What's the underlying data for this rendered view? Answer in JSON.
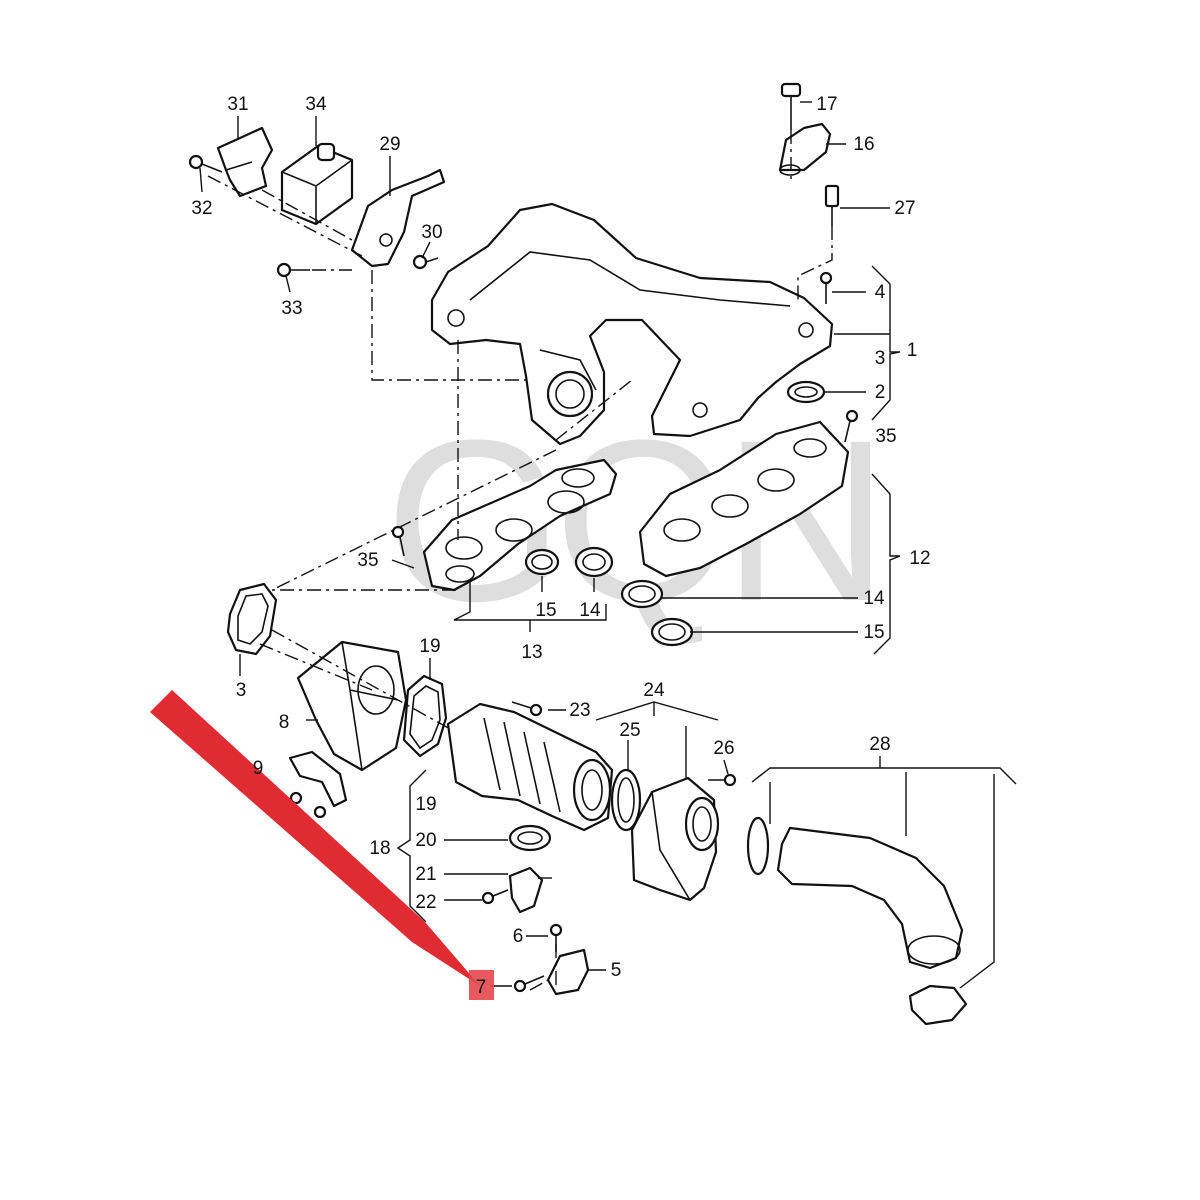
{
  "watermark": "GQN",
  "highlight": {
    "label": "7",
    "marker_color": "#e02b33",
    "box_color": "#e5474d"
  },
  "callouts": [
    {
      "id": "c31",
      "text": "31"
    },
    {
      "id": "c34",
      "text": "34"
    },
    {
      "id": "c29",
      "text": "29"
    },
    {
      "id": "c32",
      "text": "32"
    },
    {
      "id": "c30",
      "text": "30"
    },
    {
      "id": "c33",
      "text": "33"
    },
    {
      "id": "c17",
      "text": "17"
    },
    {
      "id": "c16",
      "text": "16"
    },
    {
      "id": "c27",
      "text": "27"
    },
    {
      "id": "c4",
      "text": "4"
    },
    {
      "id": "c3a",
      "text": "3"
    },
    {
      "id": "c1",
      "text": "1"
    },
    {
      "id": "c2",
      "text": "2"
    },
    {
      "id": "c35a",
      "text": "35"
    },
    {
      "id": "c35b",
      "text": "35"
    },
    {
      "id": "c12",
      "text": "12"
    },
    {
      "id": "c14a",
      "text": "14"
    },
    {
      "id": "c15a",
      "text": "15"
    },
    {
      "id": "c15b",
      "text": "15"
    },
    {
      "id": "c14b",
      "text": "14"
    },
    {
      "id": "c13",
      "text": "13"
    },
    {
      "id": "c3b",
      "text": "3"
    },
    {
      "id": "c19a",
      "text": "19"
    },
    {
      "id": "c8",
      "text": "8"
    },
    {
      "id": "c23",
      "text": "23"
    },
    {
      "id": "c24",
      "text": "24"
    },
    {
      "id": "c25",
      "text": "25"
    },
    {
      "id": "c26",
      "text": "26"
    },
    {
      "id": "c28",
      "text": "28"
    },
    {
      "id": "c9",
      "text": "9"
    },
    {
      "id": "c19b",
      "text": "19"
    },
    {
      "id": "c20",
      "text": "20"
    },
    {
      "id": "c18",
      "text": "18"
    },
    {
      "id": "c21",
      "text": "21"
    },
    {
      "id": "c22",
      "text": "22"
    },
    {
      "id": "c6",
      "text": "6"
    },
    {
      "id": "c5",
      "text": "5"
    }
  ]
}
